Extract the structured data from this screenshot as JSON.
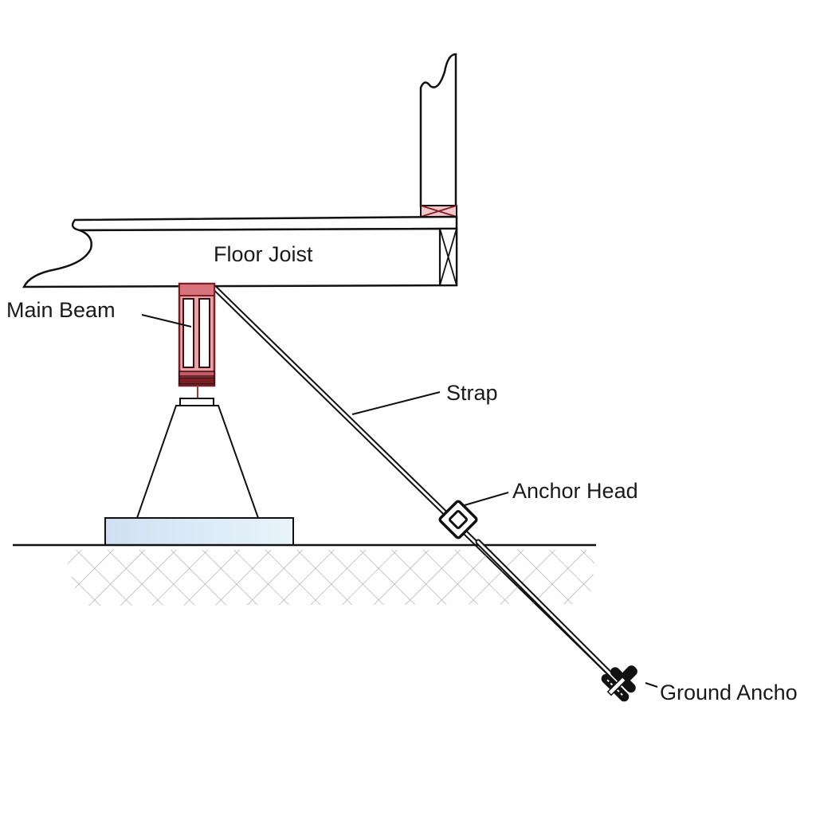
{
  "title": "Mobile home tie-down anchoring diagram",
  "labels": {
    "floor_joist": "Floor Joist",
    "main_beam": "Main Beam",
    "strap": "Strap",
    "anchor_head": "Anchor Head",
    "ground_anchor": "Ground Ancho"
  },
  "colors": {
    "line": "#111111",
    "beam_fill": "#e8a3a8",
    "beam_stroke": "#7a1f24",
    "footing_fill": "#dbe9f5",
    "soil_hatch": "#9a9a9a"
  }
}
